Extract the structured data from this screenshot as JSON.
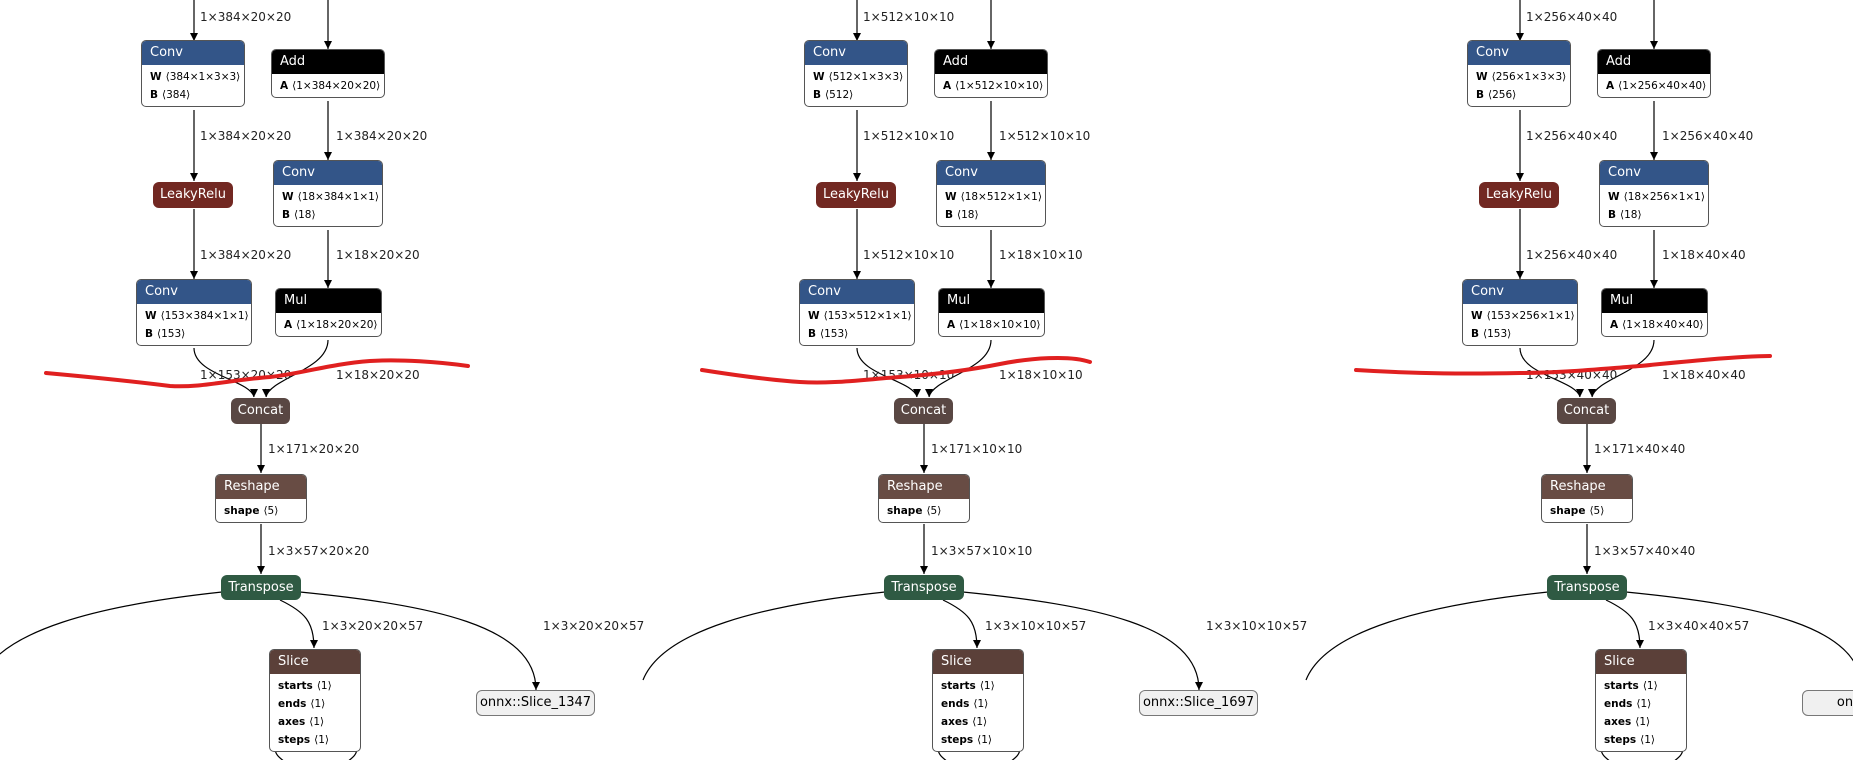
{
  "graphs": [
    {
      "dims": {
        "c": "384",
        "hw": "20×20"
      },
      "labels": {
        "in_left": "1×384×20×20",
        "conv1_out": "1×384×20×20",
        "relu_out": "1×384×20×20",
        "conv3_out": "1×153×20×20",
        "add_out": "1×384×20×20",
        "conv2_out": "1×18×20×20",
        "mul_out": "1×18×20×20",
        "concat_out": "1×171×20×20",
        "reshape_out": "1×3×57×20×20",
        "trans_to_slice": "1×3×20×20×57",
        "trans_to_out": "1×3×20×20×57"
      },
      "conv1": {
        "title": "Conv",
        "W": "⟨384×1×3×3⟩",
        "B": "⟨384⟩"
      },
      "add": {
        "title": "Add",
        "A": "⟨1×384×20×20⟩"
      },
      "relu": {
        "title": "LeakyRelu"
      },
      "conv2": {
        "title": "Conv",
        "W": "⟨18×384×1×1⟩",
        "B": "⟨18⟩"
      },
      "conv3": {
        "title": "Conv",
        "W": "⟨153×384×1×1⟩",
        "B": "⟨153⟩"
      },
      "mul": {
        "title": "Mul",
        "A": "⟨1×18×20×20⟩"
      },
      "concat": {
        "title": "Concat"
      },
      "reshape": {
        "title": "Reshape",
        "shape": "⟨5⟩"
      },
      "transpose": {
        "title": "Transpose"
      },
      "slice": {
        "title": "Slice",
        "starts": "⟨1⟩",
        "ends": "⟨1⟩",
        "axes": "⟨1⟩",
        "steps": "⟨1⟩"
      },
      "output": "onnx::Slice_1347"
    },
    {
      "dims": {
        "c": "512",
        "hw": "10×10"
      },
      "labels": {
        "in_left": "1×512×10×10",
        "conv1_out": "1×512×10×10",
        "relu_out": "1×512×10×10",
        "conv3_out": "1×153×10×10",
        "add_out": "1×512×10×10",
        "conv2_out": "1×18×10×10",
        "mul_out": "1×18×10×10",
        "concat_out": "1×171×10×10",
        "reshape_out": "1×3×57×10×10",
        "trans_to_slice": "1×3×10×10×57",
        "trans_to_out": "1×3×10×10×57"
      },
      "conv1": {
        "title": "Conv",
        "W": "⟨512×1×3×3⟩",
        "B": "⟨512⟩"
      },
      "add": {
        "title": "Add",
        "A": "⟨1×512×10×10⟩"
      },
      "relu": {
        "title": "LeakyRelu"
      },
      "conv2": {
        "title": "Conv",
        "W": "⟨18×512×1×1⟩",
        "B": "⟨18⟩"
      },
      "conv3": {
        "title": "Conv",
        "W": "⟨153×512×1×1⟩",
        "B": "⟨153⟩"
      },
      "mul": {
        "title": "Mul",
        "A": "⟨1×18×10×10⟩"
      },
      "concat": {
        "title": "Concat"
      },
      "reshape": {
        "title": "Reshape",
        "shape": "⟨5⟩"
      },
      "transpose": {
        "title": "Transpose"
      },
      "slice": {
        "title": "Slice",
        "starts": "⟨1⟩",
        "ends": "⟨1⟩",
        "axes": "⟨1⟩",
        "steps": "⟨1⟩"
      },
      "output": "onnx::Slice_1697"
    },
    {
      "dims": {
        "c": "256",
        "hw": "40×40"
      },
      "labels": {
        "in_left": "1×256×40×40",
        "conv1_out": "1×256×40×40",
        "relu_out": "1×256×40×40",
        "conv3_out": "1×153×40×40",
        "add_out": "1×256×40×40",
        "conv2_out": "1×18×40×40",
        "mul_out": "1×18×40×40",
        "concat_out": "1×171×40×40",
        "reshape_out": "1×3×57×40×40",
        "trans_to_slice": "1×3×40×40×57",
        "trans_to_out": ""
      },
      "conv1": {
        "title": "Conv",
        "W": "⟨256×1×3×3⟩",
        "B": "⟨256⟩"
      },
      "add": {
        "title": "Add",
        "A": "⟨1×256×40×40⟩"
      },
      "relu": {
        "title": "LeakyRelu"
      },
      "conv2": {
        "title": "Conv",
        "W": "⟨18×256×1×1⟩",
        "B": "⟨18⟩"
      },
      "conv3": {
        "title": "Conv",
        "W": "⟨153×256×1×1⟩",
        "B": "⟨153⟩"
      },
      "mul": {
        "title": "Mul",
        "A": "⟨1×18×40×40⟩"
      },
      "concat": {
        "title": "Concat"
      },
      "reshape": {
        "title": "Reshape",
        "shape": "⟨5⟩"
      },
      "transpose": {
        "title": "Transpose"
      },
      "slice": {
        "title": "Slice",
        "starts": "⟨1⟩",
        "ends": "⟨1⟩",
        "axes": "⟨1⟩",
        "steps": "⟨1⟩"
      },
      "output": "onnx::S"
    }
  ],
  "colors": {
    "conv": "#335588",
    "add_mul": "#000000",
    "leakyrelu": "#722822",
    "concat": "#594743",
    "reshape": "#684c44",
    "transpose": "#2f5a43",
    "slice": "#5b4039",
    "annotation_scribble": "#e02020"
  }
}
